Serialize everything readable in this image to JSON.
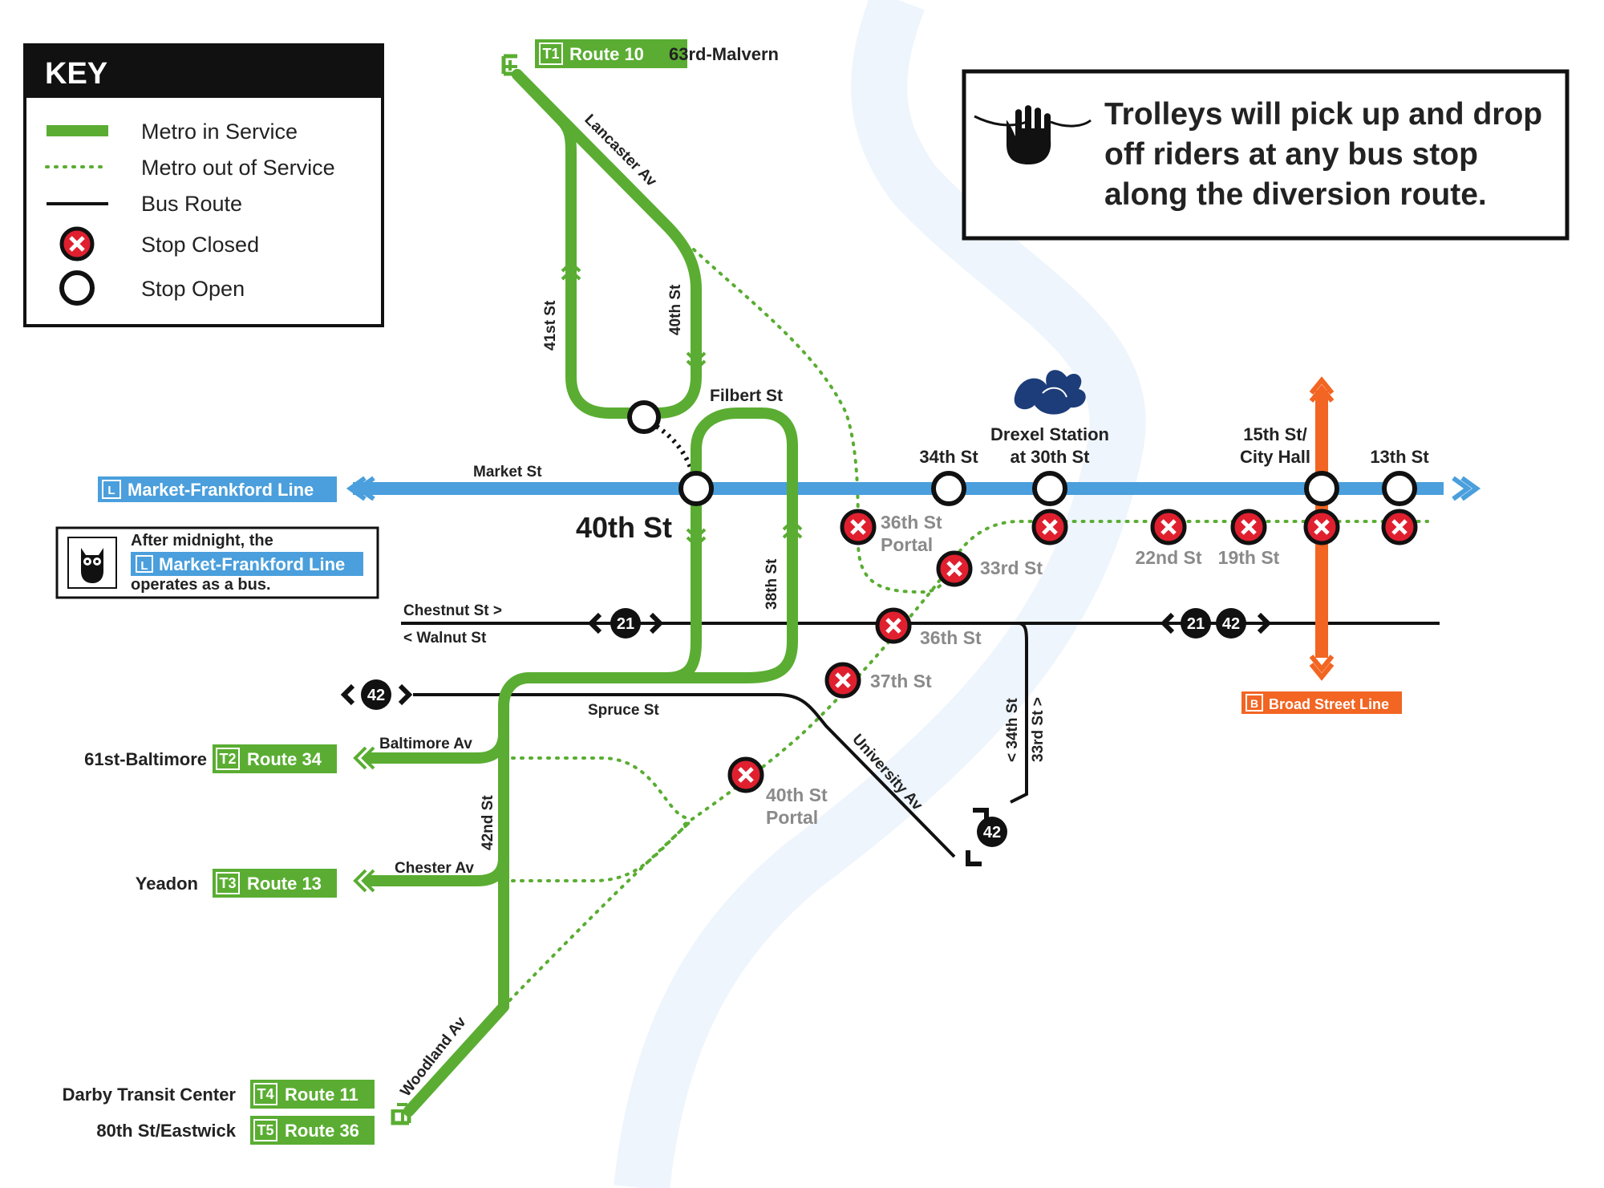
{
  "colors": {
    "metro_green": "#5aad32",
    "mfl_blue": "#4a9fdc",
    "bsl_orange": "#f26522",
    "closed_red": "#e0202f",
    "bus_black": "#111111",
    "river_tint": "#eef5fc"
  },
  "key": {
    "title": "KEY",
    "items": [
      {
        "symbol": "green-solid-line",
        "label": "Metro in Service"
      },
      {
        "symbol": "green-dotted-line",
        "label": "Metro out of Service"
      },
      {
        "symbol": "black-line",
        "label": "Bus Route"
      },
      {
        "symbol": "red-x-circle",
        "label": "Stop Closed"
      },
      {
        "symbol": "open-circle",
        "label": "Stop Open"
      }
    ]
  },
  "notice": {
    "icon": "hand-wave-icon",
    "lines": [
      "Trolleys will pick up and drop",
      "off riders at any bus stop",
      "along the diversion route."
    ]
  },
  "owl_notice": {
    "icon": "owl-icon",
    "line1": "After midnight, the",
    "line_badge": "L",
    "line_name": "Market-Frankford Line",
    "line3": "operates as a bus."
  },
  "lines": {
    "mfl": {
      "badge": "L",
      "name": "Market-Frankford Line"
    },
    "bsl": {
      "badge": "B",
      "name": "Broad Street Line"
    }
  },
  "routes": [
    {
      "code": "T1",
      "name": "Route 10",
      "terminus": "63rd-Malvern"
    },
    {
      "code": "T2",
      "name": "Route 34",
      "terminus": "61st-Baltimore"
    },
    {
      "code": "T3",
      "name": "Route 13",
      "terminus": "Yeadon"
    },
    {
      "code": "T4",
      "name": "Route 11",
      "terminus": "Darby Transit Center"
    },
    {
      "code": "T5",
      "name": "Route 36",
      "terminus": "80th St/Eastwick"
    }
  ],
  "bus_routes": [
    "21",
    "21",
    "42",
    "42",
    "42"
  ],
  "stations": {
    "open": [
      "34th St",
      "Drexel Station",
      "at 30th St",
      "15th St/",
      "City Hall",
      "13th St",
      "40th St"
    ],
    "closed": [
      "36th St",
      "Portal",
      "33rd St",
      "22nd St",
      "19th St",
      "36th St",
      "37th St",
      "40th St",
      "Portal"
    ]
  },
  "streets": {
    "market": "Market St",
    "filbert": "Filbert St",
    "lancaster": "Lancaster Av",
    "st41": "41st St",
    "st40": "40th St",
    "st38": "38th St",
    "chestnut": "Chestnut St >",
    "walnut": "< Walnut St",
    "spruce": "Spruce St",
    "baltimore": "Baltimore Av",
    "chester": "Chester Av",
    "st42": "42nd St",
    "woodland": "Woodland Av",
    "university": "University Av",
    "st34": "< 34th St",
    "st33": "33rd St >"
  }
}
